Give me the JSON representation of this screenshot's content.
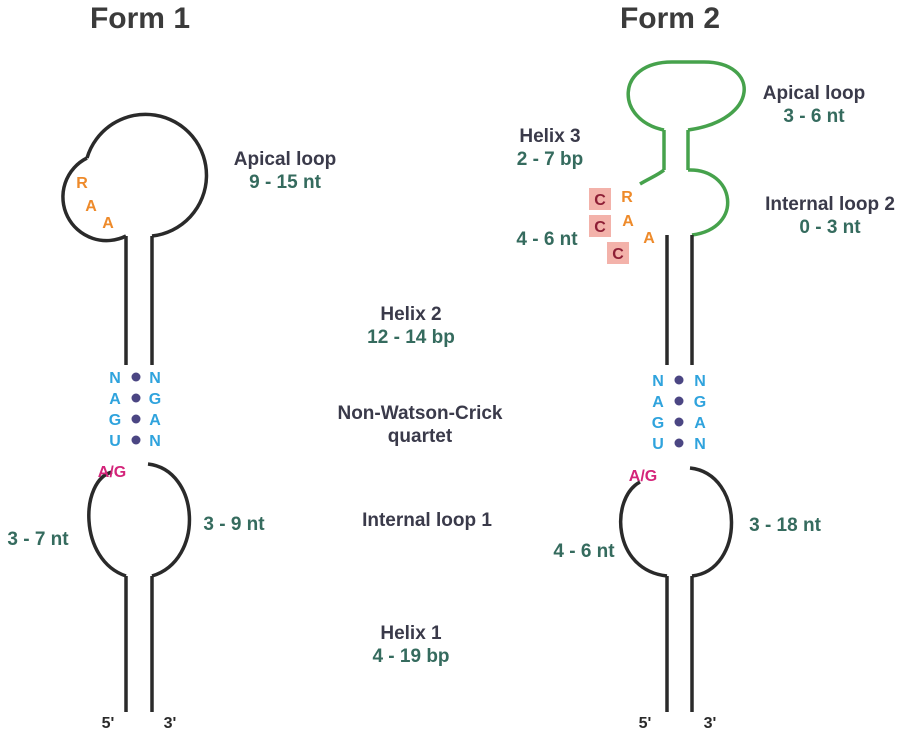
{
  "form1": {
    "title": "Form 1",
    "apical_loop": {
      "label": "Apical loop",
      "size": "9 - 15 nt",
      "bases": [
        "R",
        "A",
        "A"
      ]
    },
    "quartet": {
      "left": [
        "N",
        "A",
        "G",
        "U"
      ],
      "right": [
        "N",
        "G",
        "A",
        "N"
      ]
    },
    "ag_label": "A/G",
    "internal_left": "3 - 7 nt",
    "internal_right": "3 - 9 nt",
    "end5": "5'",
    "end3": "3'"
  },
  "form2": {
    "title": "Form 2",
    "apical_loop": {
      "label": "Apical loop",
      "size": "3 - 6 nt"
    },
    "helix3": {
      "label": "Helix 3",
      "size": "2 - 7 bp"
    },
    "internal_loop2": {
      "label": "Internal loop 2",
      "size": "0 - 3 nt"
    },
    "c_bases": [
      "C",
      "C",
      "C"
    ],
    "raa_bases": [
      "R",
      "A",
      "A"
    ],
    "c_segment": "4 - 6 nt",
    "quartet": {
      "left": [
        "N",
        "A",
        "G",
        "U"
      ],
      "right": [
        "N",
        "G",
        "A",
        "N"
      ]
    },
    "ag_label": "A/G",
    "internal_left": "4 - 6 nt",
    "internal_right": "3 - 18 nt",
    "end5": "5'",
    "end3": "3'"
  },
  "shared": {
    "helix2": {
      "label": "Helix 2",
      "size": "12 - 14 bp"
    },
    "quartet": {
      "label_line1": "Non-Watson-Crick",
      "label_line2": "quartet"
    },
    "internal_loop1": {
      "label": "Internal loop 1"
    },
    "helix1": {
      "label": "Helix 1",
      "size": "4 - 19 bp"
    }
  },
  "colors": {
    "backbone": "#2a2a2a",
    "green_loop": "#46a24c",
    "nucleotide_blue": "#2fa3dd",
    "nucleotide_orange": "#ee8a2a",
    "ag_magenta": "#d4247a",
    "c_box": "#f3b2aa",
    "label_dark": "#3a3a4a",
    "value_green": "#356b5e"
  }
}
